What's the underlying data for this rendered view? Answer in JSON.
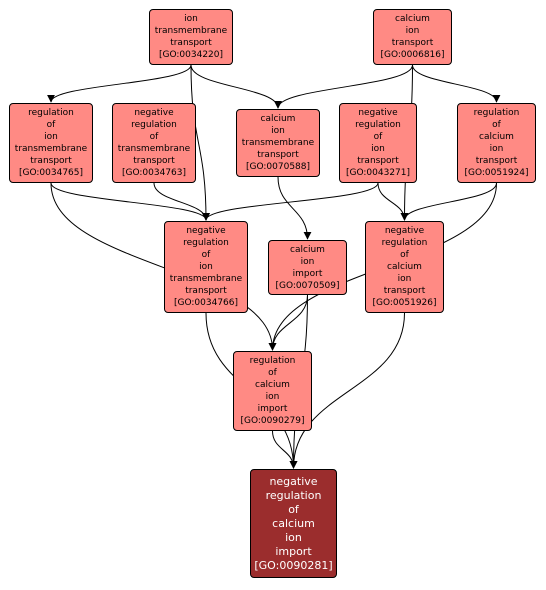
{
  "colors": {
    "node_fill": "#ff8a84",
    "target_fill": "#9b2d2d",
    "target_text": "#ffffff",
    "border": "#000000",
    "edge": "#000000"
  },
  "nodes": {
    "go0034220": {
      "lines": [
        "ion",
        "transmembrane",
        "transport",
        "[GO:0034220]"
      ]
    },
    "go0006816": {
      "lines": [
        "calcium",
        "ion",
        "transport",
        "[GO:0006816]"
      ]
    },
    "go0034765": {
      "lines": [
        "regulation",
        "of",
        "ion",
        "transmembrane",
        "transport",
        "[GO:0034765]"
      ]
    },
    "go0034763": {
      "lines": [
        "negative",
        "regulation",
        "of",
        "transmembrane",
        "transport",
        "[GO:0034763]"
      ]
    },
    "go0070588": {
      "lines": [
        "calcium",
        "ion",
        "transmembrane",
        "transport",
        "[GO:0070588]"
      ]
    },
    "go0043271": {
      "lines": [
        "negative",
        "regulation",
        "of",
        "ion",
        "transport",
        "[GO:0043271]"
      ]
    },
    "go0051924": {
      "lines": [
        "regulation",
        "of",
        "calcium",
        "ion",
        "transport",
        "[GO:0051924]"
      ]
    },
    "go0034766": {
      "lines": [
        "negative",
        "regulation",
        "of",
        "ion",
        "transmembrane",
        "transport",
        "[GO:0034766]"
      ]
    },
    "go0070509": {
      "lines": [
        "calcium",
        "ion",
        "import",
        "[GO:0070509]"
      ]
    },
    "go0051926": {
      "lines": [
        "negative",
        "regulation",
        "of",
        "calcium",
        "ion",
        "transport",
        "[GO:0051926]"
      ]
    },
    "go0090279": {
      "lines": [
        "regulation",
        "of",
        "calcium",
        "ion",
        "import",
        "[GO:0090279]"
      ]
    },
    "go0090281": {
      "lines": [
        "negative",
        "regulation",
        "of",
        "calcium",
        "ion",
        "import",
        "[GO:0090281]"
      ]
    }
  },
  "edges": [
    [
      "go0034220",
      "go0034765"
    ],
    [
      "go0034220",
      "go0034766"
    ],
    [
      "go0034220",
      "go0070588"
    ],
    [
      "go0006816",
      "go0070588"
    ],
    [
      "go0006816",
      "go0051924"
    ],
    [
      "go0006816",
      "go0051926"
    ],
    [
      "go0034765",
      "go0034766"
    ],
    [
      "go0034765",
      "go0090279"
    ],
    [
      "go0034763",
      "go0034766"
    ],
    [
      "go0070588",
      "go0070509"
    ],
    [
      "go0043271",
      "go0034766"
    ],
    [
      "go0043271",
      "go0051926"
    ],
    [
      "go0051924",
      "go0051926"
    ],
    [
      "go0051924",
      "go0090279"
    ],
    [
      "go0034766",
      "go0090281"
    ],
    [
      "go0070509",
      "go0090279"
    ],
    [
      "go0070509",
      "go0090281"
    ],
    [
      "go0051926",
      "go0090281"
    ],
    [
      "go0090279",
      "go0090281"
    ]
  ]
}
